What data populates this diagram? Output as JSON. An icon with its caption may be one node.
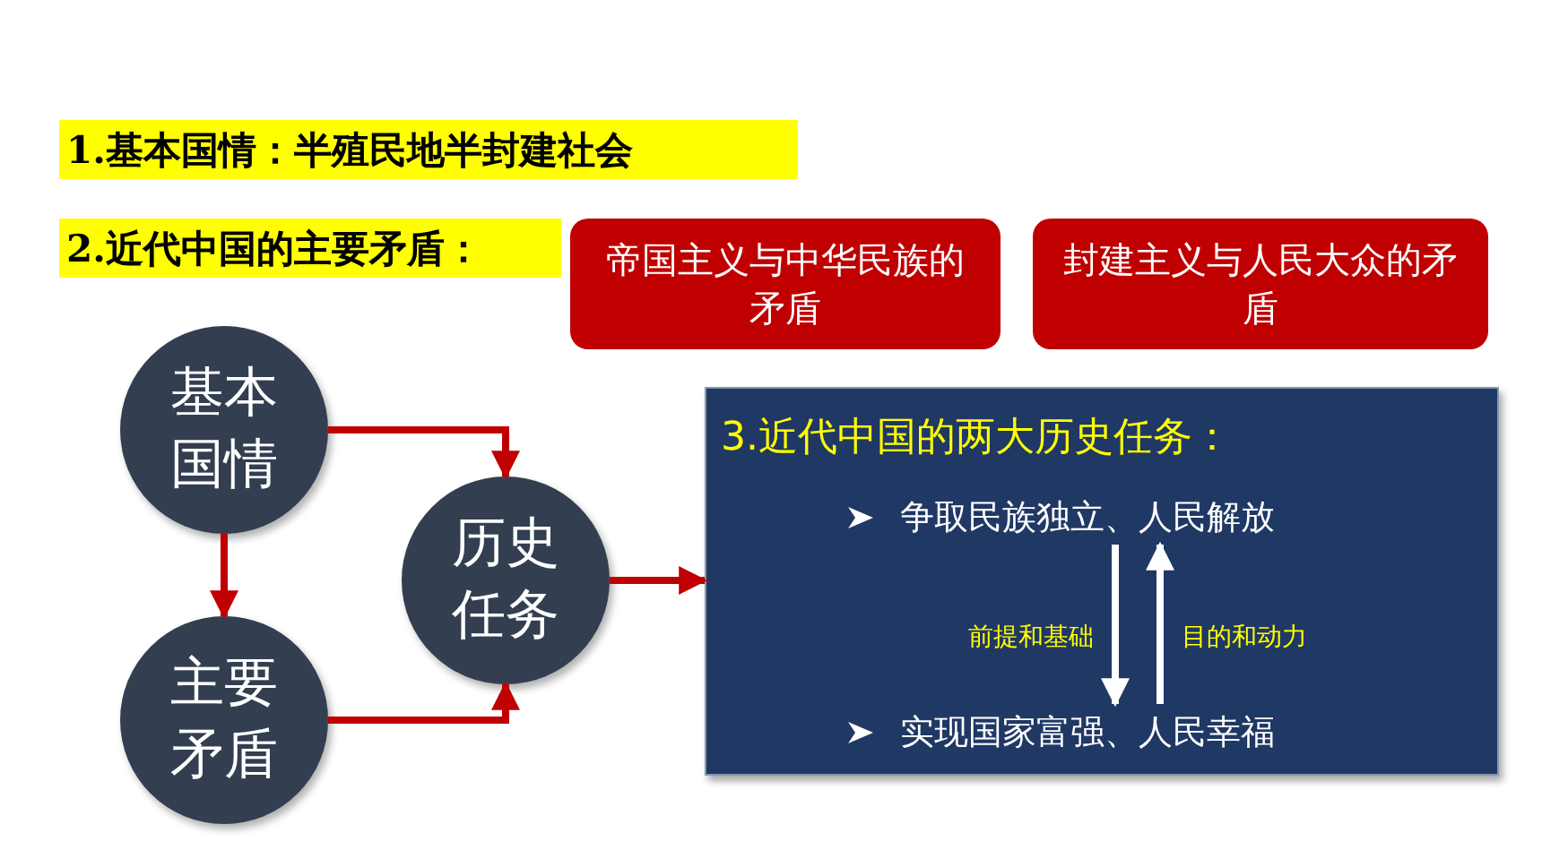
{
  "diagram": {
    "nodes": [
      {
        "text": [
          "1.基本国情：半殖民地半封建社会"
        ]
      },
      {
        "text": [
          "2.近代中国的主要矛盾："
        ]
      },
      {
        "text": [
          "帝国主义与中华民族的矛盾"
        ]
      },
      {
        "text": [
          "封建主义与人民大众的矛盾"
        ]
      },
      {
        "text": [
          "基本国情"
        ]
      },
      {
        "text": [
          "主要矛盾"
        ]
      },
      {
        "text": [
          "历史任务"
        ]
      },
      {
        "text": [
          "3.近代中国的两大历史任务："
        ]
      },
      {
        "text": [
          "争取民族独立、人民解放"
        ],
        "in": 7
      },
      {
        "text": [
          "实现国家富强、人民幸福"
        ],
        "in": 7
      }
    ],
    "edges": [
      {
        "from": 4,
        "to": 6,
        "arrow": "to"
      },
      {
        "from": 4,
        "to": 5,
        "arrow": "to"
      },
      {
        "from": 5,
        "to": 6,
        "arrow": "to"
      },
      {
        "from": 6,
        "to": 7,
        "arrow": "to"
      },
      {
        "from": 8,
        "to": 9,
        "arrow": "to",
        "label": "前提和基础",
        "color": "#ffffff"
      },
      {
        "from": 9,
        "to": 8,
        "arrow": "to",
        "label": "目的和动力",
        "color": "#ffffff"
      }
    ]
  }
}
